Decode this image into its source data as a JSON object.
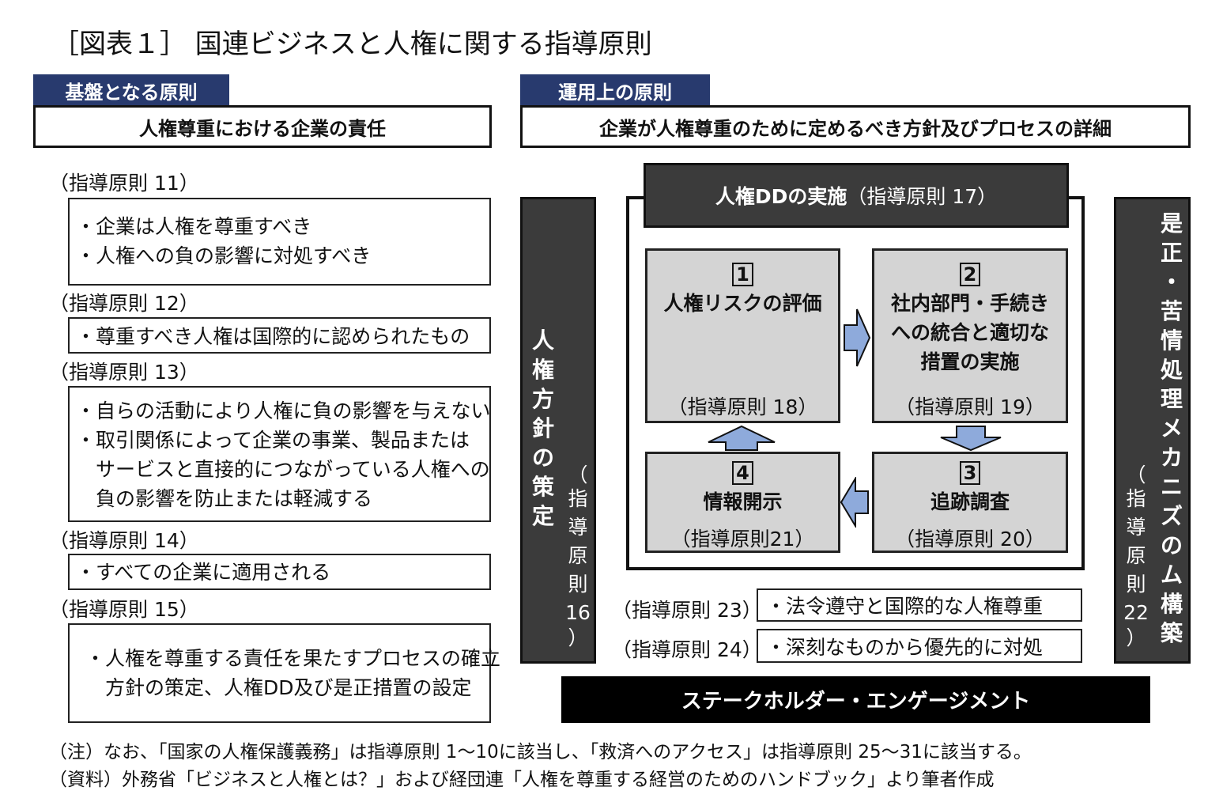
{
  "title": "［図表１］ 国連ビジネスと人権に関する指導原則",
  "left": {
    "tab": "基盤となる原則",
    "header": "人権尊重における企業の責任",
    "groups": [
      {
        "label": "（指導原則 11）",
        "lines": [
          "・企業は人権を尊重すべき",
          "・人権への負の影響に対処すべき"
        ]
      },
      {
        "label": "（指導原則 12）",
        "lines": [
          "・尊重すべき人権は国際的に認められたもの"
        ]
      },
      {
        "label": "（指導原則 13）",
        "lines": [
          "・自らの活動により人権に負の影響を与えない",
          "・取引関係によって企業の事業、製品または",
          "　サービスと直接的につながっている人権への",
          "　負の影響を防止または軽減する"
        ]
      },
      {
        "label": "（指導原則 14）",
        "lines": [
          "・すべての企業に適用される"
        ]
      },
      {
        "label": "（指導原則 15）",
        "lines": [
          "・人権を尊重する責任を果たすプロセスの確立",
          "　方針の策定、人権DD及び是正措置の設定"
        ]
      }
    ]
  },
  "right": {
    "tab": "運用上の原則",
    "header": "企業が人権尊重のために定めるべき方針及びプロセスの詳細",
    "policy_bar": {
      "chars": [
        "人",
        "権",
        "方",
        "針",
        "の",
        "策",
        "定"
      ],
      "ref_chars": [
        "（",
        "指",
        "導",
        "原",
        "則",
        "16",
        "）"
      ]
    },
    "remedy_bar": {
      "chars": [
        "是",
        "正",
        "・",
        "苦",
        "情",
        "処",
        "理",
        "メ",
        "カ",
        "ニ",
        "ズ",
        "の",
        "ム",
        "構",
        "築"
      ],
      "ref_chars": [
        "（",
        "指",
        "導",
        "原",
        "則",
        "22",
        "）"
      ]
    },
    "dd": {
      "title": "人権DDの実施",
      "ref": "（指導原則 17）",
      "steps": [
        {
          "num": "1",
          "lines": [
            "人権リスクの評価"
          ],
          "ref": "（指導原則 18）"
        },
        {
          "num": "2",
          "lines": [
            "社内部門・手続き",
            "への統合と適切な",
            "措置の実施"
          ],
          "ref": "（指導原則 19）"
        },
        {
          "num": "3",
          "lines": [
            "追跡調査"
          ],
          "ref": "（指導原則 20）"
        },
        {
          "num": "4",
          "lines": [
            "情報開示"
          ],
          "ref": "（指導原則21）"
        }
      ]
    },
    "extra": [
      {
        "label": "（指導原則 23）",
        "text": "・法令遵守と国際的な人権尊重"
      },
      {
        "label": "（指導原則 24）",
        "text": "・深刻なものから優先的に対処"
      }
    ],
    "stakeholder": "ステークホルダー・エンゲージメント"
  },
  "notes": [
    "（注）なお、「国家の人権保護義務」は指導原則 1～10に該当し、「救済へのアクセス」は指導原則 25～31に該当する。",
    "（資料）外務省「ビジネスと人権とは？」および経団連「人権を尊重する経営のためのハンドブック」より筆者作成"
  ],
  "colors": {
    "tab": "#283a6e",
    "dark": "#3b3b3b",
    "step": "#d4d4d4",
    "arrow": "#8eaadb"
  }
}
